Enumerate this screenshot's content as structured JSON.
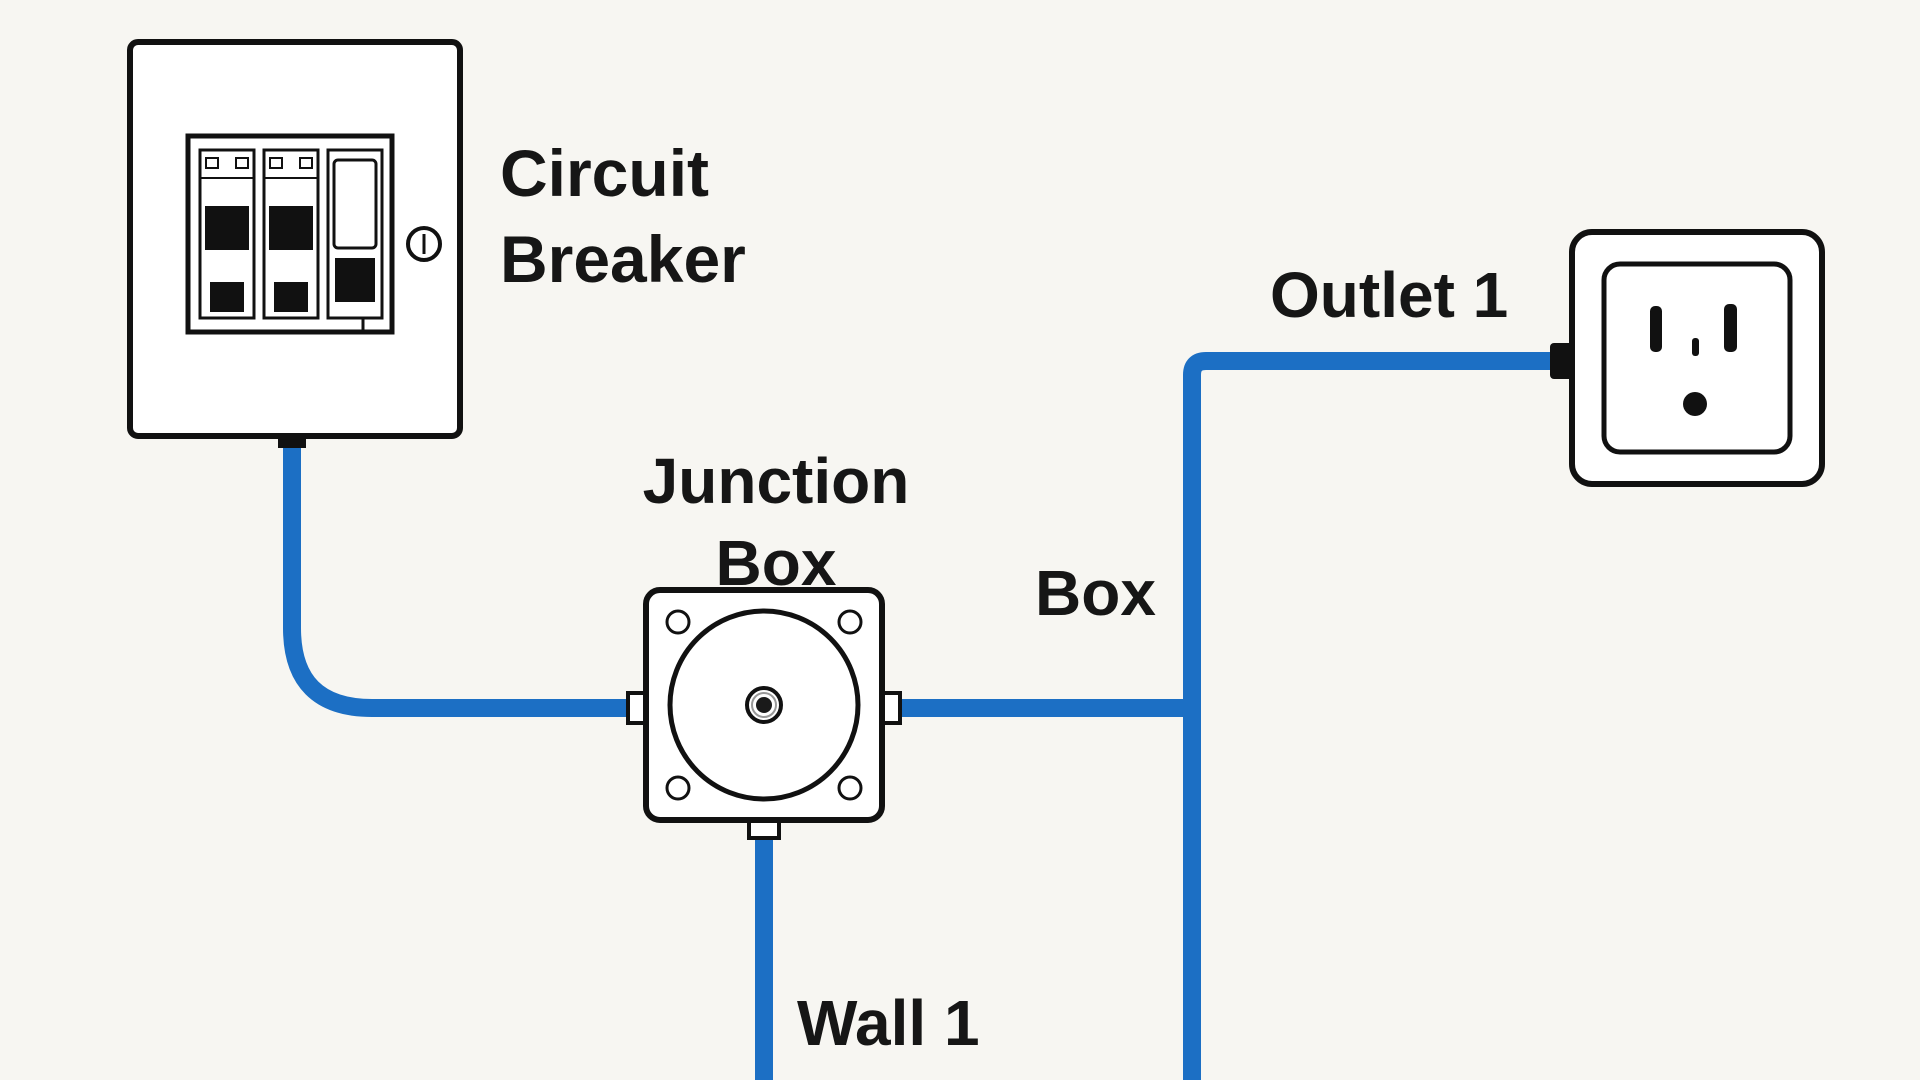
{
  "colors": {
    "background": "#f7f6f2",
    "wire": "#1c6fc4",
    "outline": "#111111",
    "text": "#161616"
  },
  "labels": {
    "circuit_breaker_line1": "Circuit",
    "circuit_breaker_line2": "Breaker",
    "junction_line1": "Junction",
    "junction_line2": "Box",
    "box": "Box",
    "outlet1": "Outlet 1",
    "wall1": "Wall 1"
  }
}
